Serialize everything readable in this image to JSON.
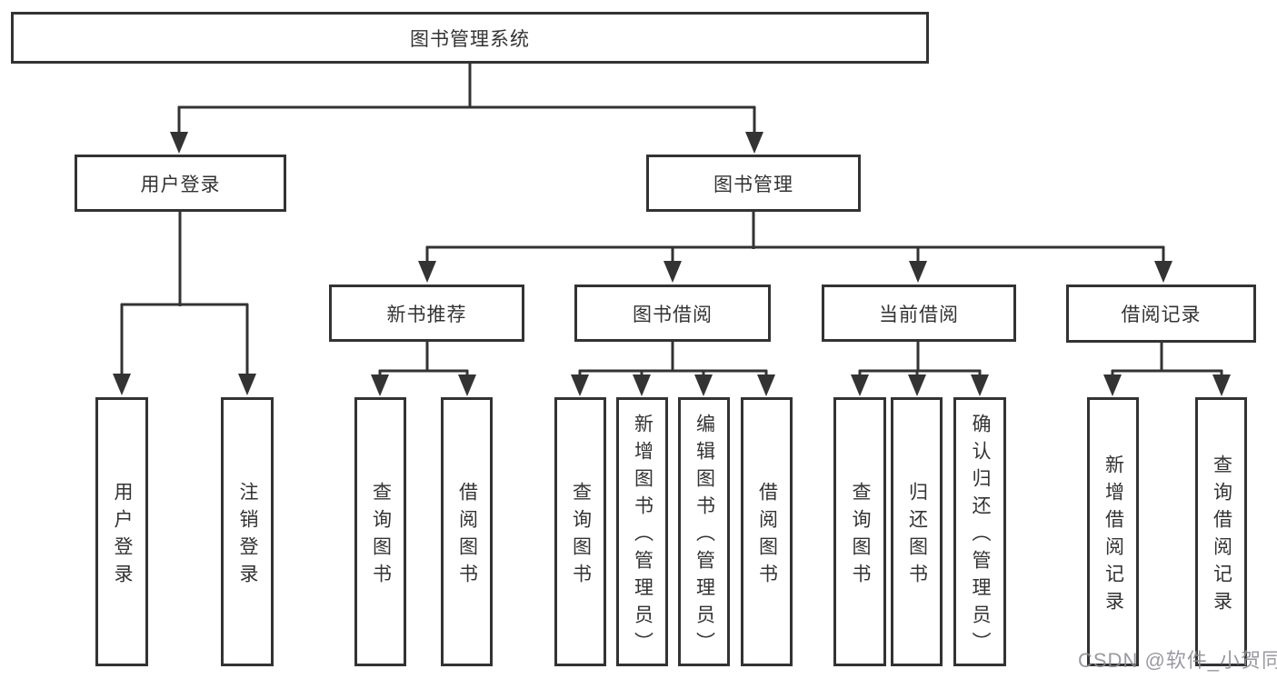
{
  "page": {
    "background": "#ffffff"
  },
  "colors": {
    "line": "#333333",
    "text": "#333333",
    "box_background": "#ffffff",
    "watermark": "#8b8b95"
  },
  "watermark": {
    "text": "CSDN @软件_小贺同学"
  },
  "tree": {
    "label": "图书管理系统",
    "children": [
      {
        "label": "用户登录",
        "children": [
          {
            "label": "用户登录"
          },
          {
            "label": "注销登录"
          }
        ]
      },
      {
        "label": "图书管理",
        "children": [
          {
            "label": "新书推荐",
            "children": [
              {
                "label": "查询图书"
              },
              {
                "label": "借阅图书"
              }
            ]
          },
          {
            "label": "图书借阅",
            "children": [
              {
                "label": "查询图书"
              },
              {
                "label": "新增图书（管理员）"
              },
              {
                "label": "编辑图书（管理员）"
              },
              {
                "label": "借阅图书"
              }
            ]
          },
          {
            "label": "当前借阅",
            "children": [
              {
                "label": "查询图书"
              },
              {
                "label": "归还图书"
              },
              {
                "label": "确认归还（管理员）"
              }
            ]
          },
          {
            "label": "借阅记录",
            "children": [
              {
                "label": "新增借阅记录"
              },
              {
                "label": "查询借阅记录"
              }
            ]
          }
        ]
      }
    ]
  }
}
